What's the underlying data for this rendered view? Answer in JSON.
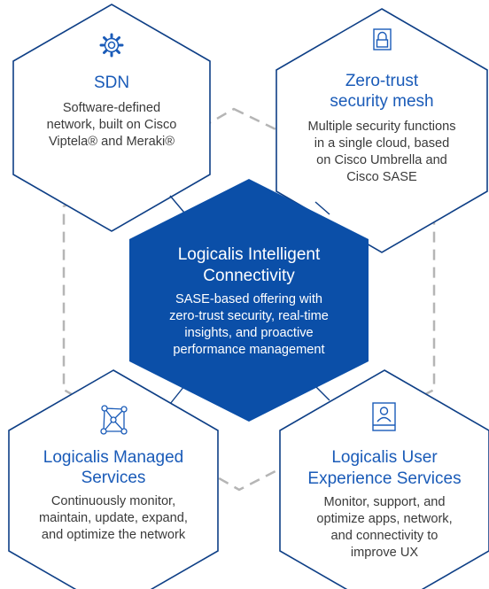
{
  "colors": {
    "accent_blue": "#1a5bb8",
    "center_fill": "#0b4fa8",
    "outline": "#0e3f86",
    "dashed_ring": "#b5b5b5",
    "body_text": "#3a3a3a"
  },
  "sdn": {
    "icon": "gear-icon",
    "title": "SDN",
    "lines": [
      "Software-defined",
      "network, built on Cisco",
      "Viptela® and Meraki®"
    ]
  },
  "zero_trust": {
    "icon": "lock-icon",
    "title_lines": [
      "Zero-trust",
      "security mesh"
    ],
    "lines": [
      "Multiple security functions",
      "in a single cloud, based",
      "on Cisco Umbrella and",
      "Cisco SASE"
    ]
  },
  "center": {
    "title_lines": [
      "Logicalis Intelligent",
      "Connectivity"
    ],
    "lines": [
      "SASE-based offering with",
      "zero-trust security, real-time",
      "insights, and proactive",
      "performance management"
    ]
  },
  "managed": {
    "icon": "network-nodes-icon",
    "title_lines": [
      "Logicalis Managed",
      "Services"
    ],
    "lines": [
      "Continuously monitor,",
      "maintain, update, expand,",
      "and optimize the network"
    ]
  },
  "user_experience": {
    "icon": "monitor-user-icon",
    "title_lines": [
      "Logicalis User",
      "Experience Services"
    ],
    "lines": [
      "Monitor, support, and",
      "optimize apps, network,",
      "and connectivity to",
      "improve UX"
    ]
  }
}
